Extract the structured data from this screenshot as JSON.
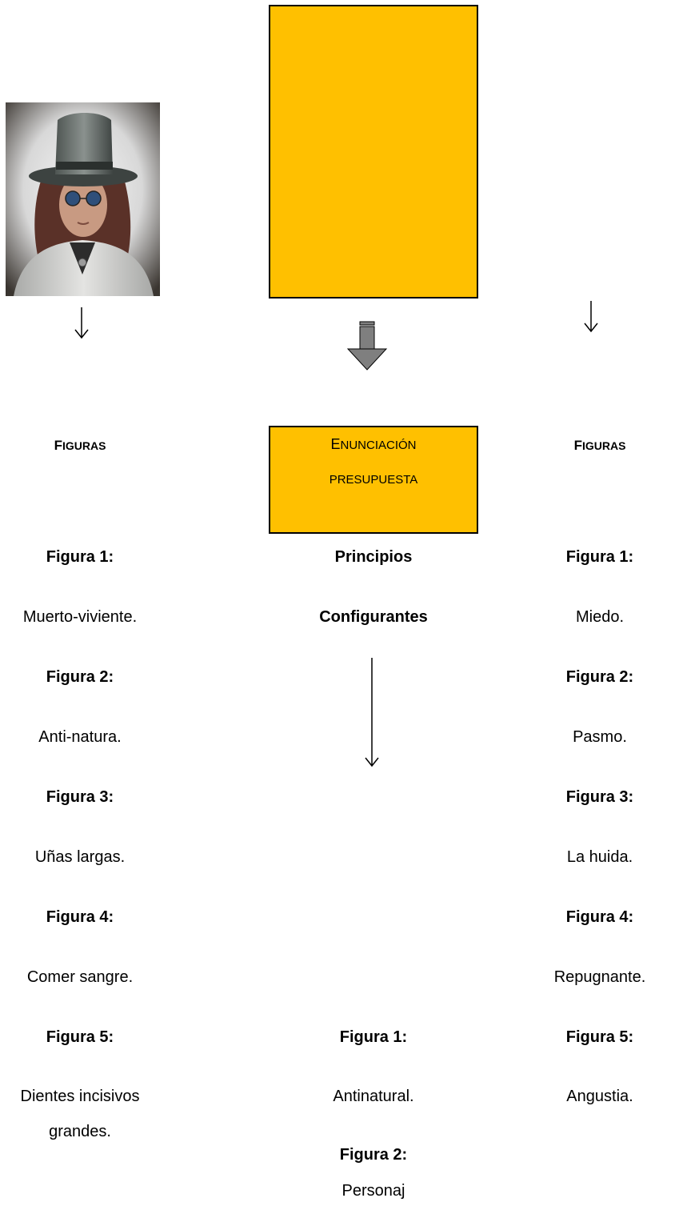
{
  "left_column": {
    "portrait_image": "man in top hat and blue round sunglasses",
    "heading_first": "F",
    "heading_rest": "IGURAS",
    "items": [
      {
        "label": "Figura 1:",
        "value": "Muerto-viviente."
      },
      {
        "label": "Figura 2:",
        "value": "Anti-natura."
      },
      {
        "label": "Figura 3:",
        "value": "Uñas largas."
      },
      {
        "label": "Figura 4:",
        "value": "Comer sangre."
      },
      {
        "label": "Figura 5:",
        "value": "Dientes incisivos",
        "value_line2": "grandes."
      }
    ]
  },
  "center_column": {
    "enunciacion_first": "E",
    "enunciacion_rest": "NUNCIACIÓN",
    "presupuesta": "PRESUPUESTA",
    "principios": "Principios",
    "configurantes": "Configurantes",
    "items": [
      {
        "label": "Figura 1:",
        "value": "Antinatural."
      },
      {
        "label": "Figura 2:",
        "value": "Personaj"
      }
    ]
  },
  "right_column": {
    "heading_first": "F",
    "heading_rest": "IGURAS",
    "items": [
      {
        "label": "Figura 1:",
        "value": "Miedo."
      },
      {
        "label": "Figura 2:",
        "value": "Pasmo."
      },
      {
        "label": "Figura 3:",
        "value": "La huida."
      },
      {
        "label": "Figura 4:",
        "value": "Repugnante."
      },
      {
        "label": "Figura 5:",
        "value": "Angustia."
      }
    ]
  },
  "colors": {
    "box_fill": "#ffc000",
    "block_arrow": "#7f7f7f"
  }
}
